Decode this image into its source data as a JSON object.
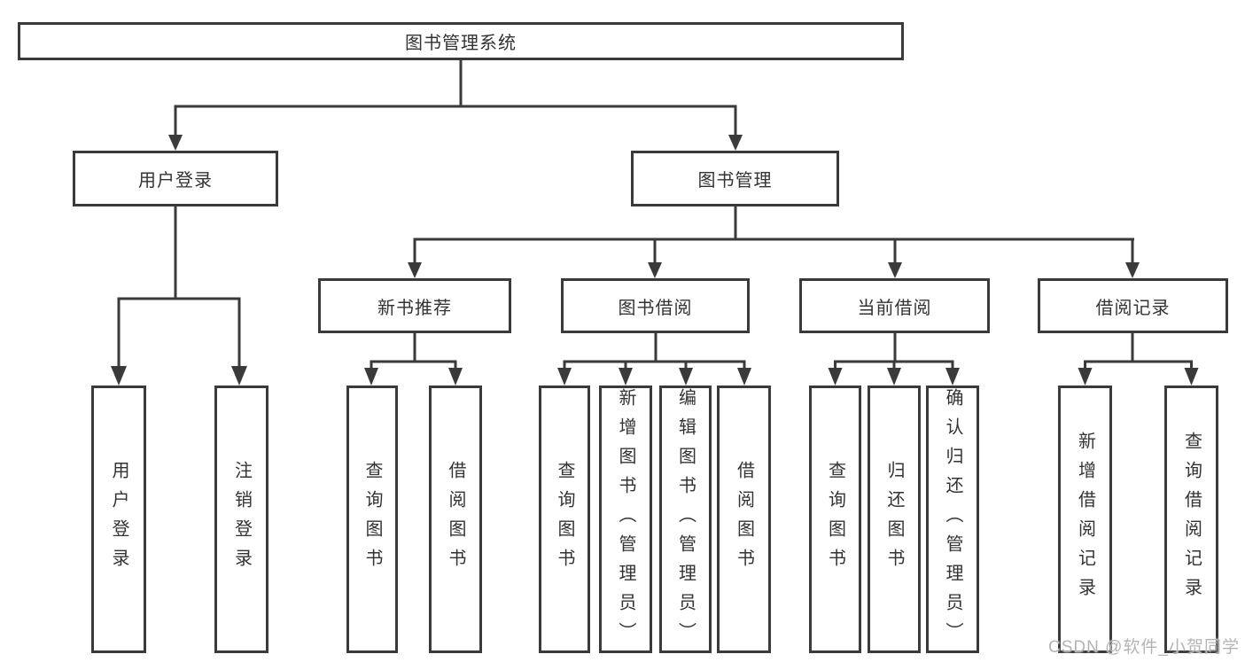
{
  "tree": {
    "label": "图书管理系统",
    "children": [
      {
        "label": "用户登录",
        "children": [
          {
            "label": "用户登录"
          },
          {
            "label": "注销登录"
          }
        ]
      },
      {
        "label": "图书管理",
        "children": [
          {
            "label": "新书推荐",
            "children": [
              {
                "label": "查询图书"
              },
              {
                "label": "借阅图书"
              }
            ]
          },
          {
            "label": "图书借阅",
            "children": [
              {
                "label": "查询图书"
              },
              {
                "label": "新增图书（管理员）"
              },
              {
                "label": "编辑图书（管理员）"
              },
              {
                "label": "借阅图书"
              }
            ]
          },
          {
            "label": "当前借阅",
            "children": [
              {
                "label": "查询图书"
              },
              {
                "label": "归还图书"
              },
              {
                "label": "确认归还（管理员）"
              }
            ]
          },
          {
            "label": "借阅记录",
            "children": [
              {
                "label": "新增借阅记录"
              },
              {
                "label": "查询借阅记录"
              }
            ]
          }
        ]
      }
    ]
  },
  "watermark": "CSDN @软件_小贺同学",
  "colors": {
    "line": "#3a3a3a",
    "box_border": "#3a3a3a",
    "text": "#333333",
    "watermark": "#b4b4b4",
    "background": "#ffffff"
  }
}
